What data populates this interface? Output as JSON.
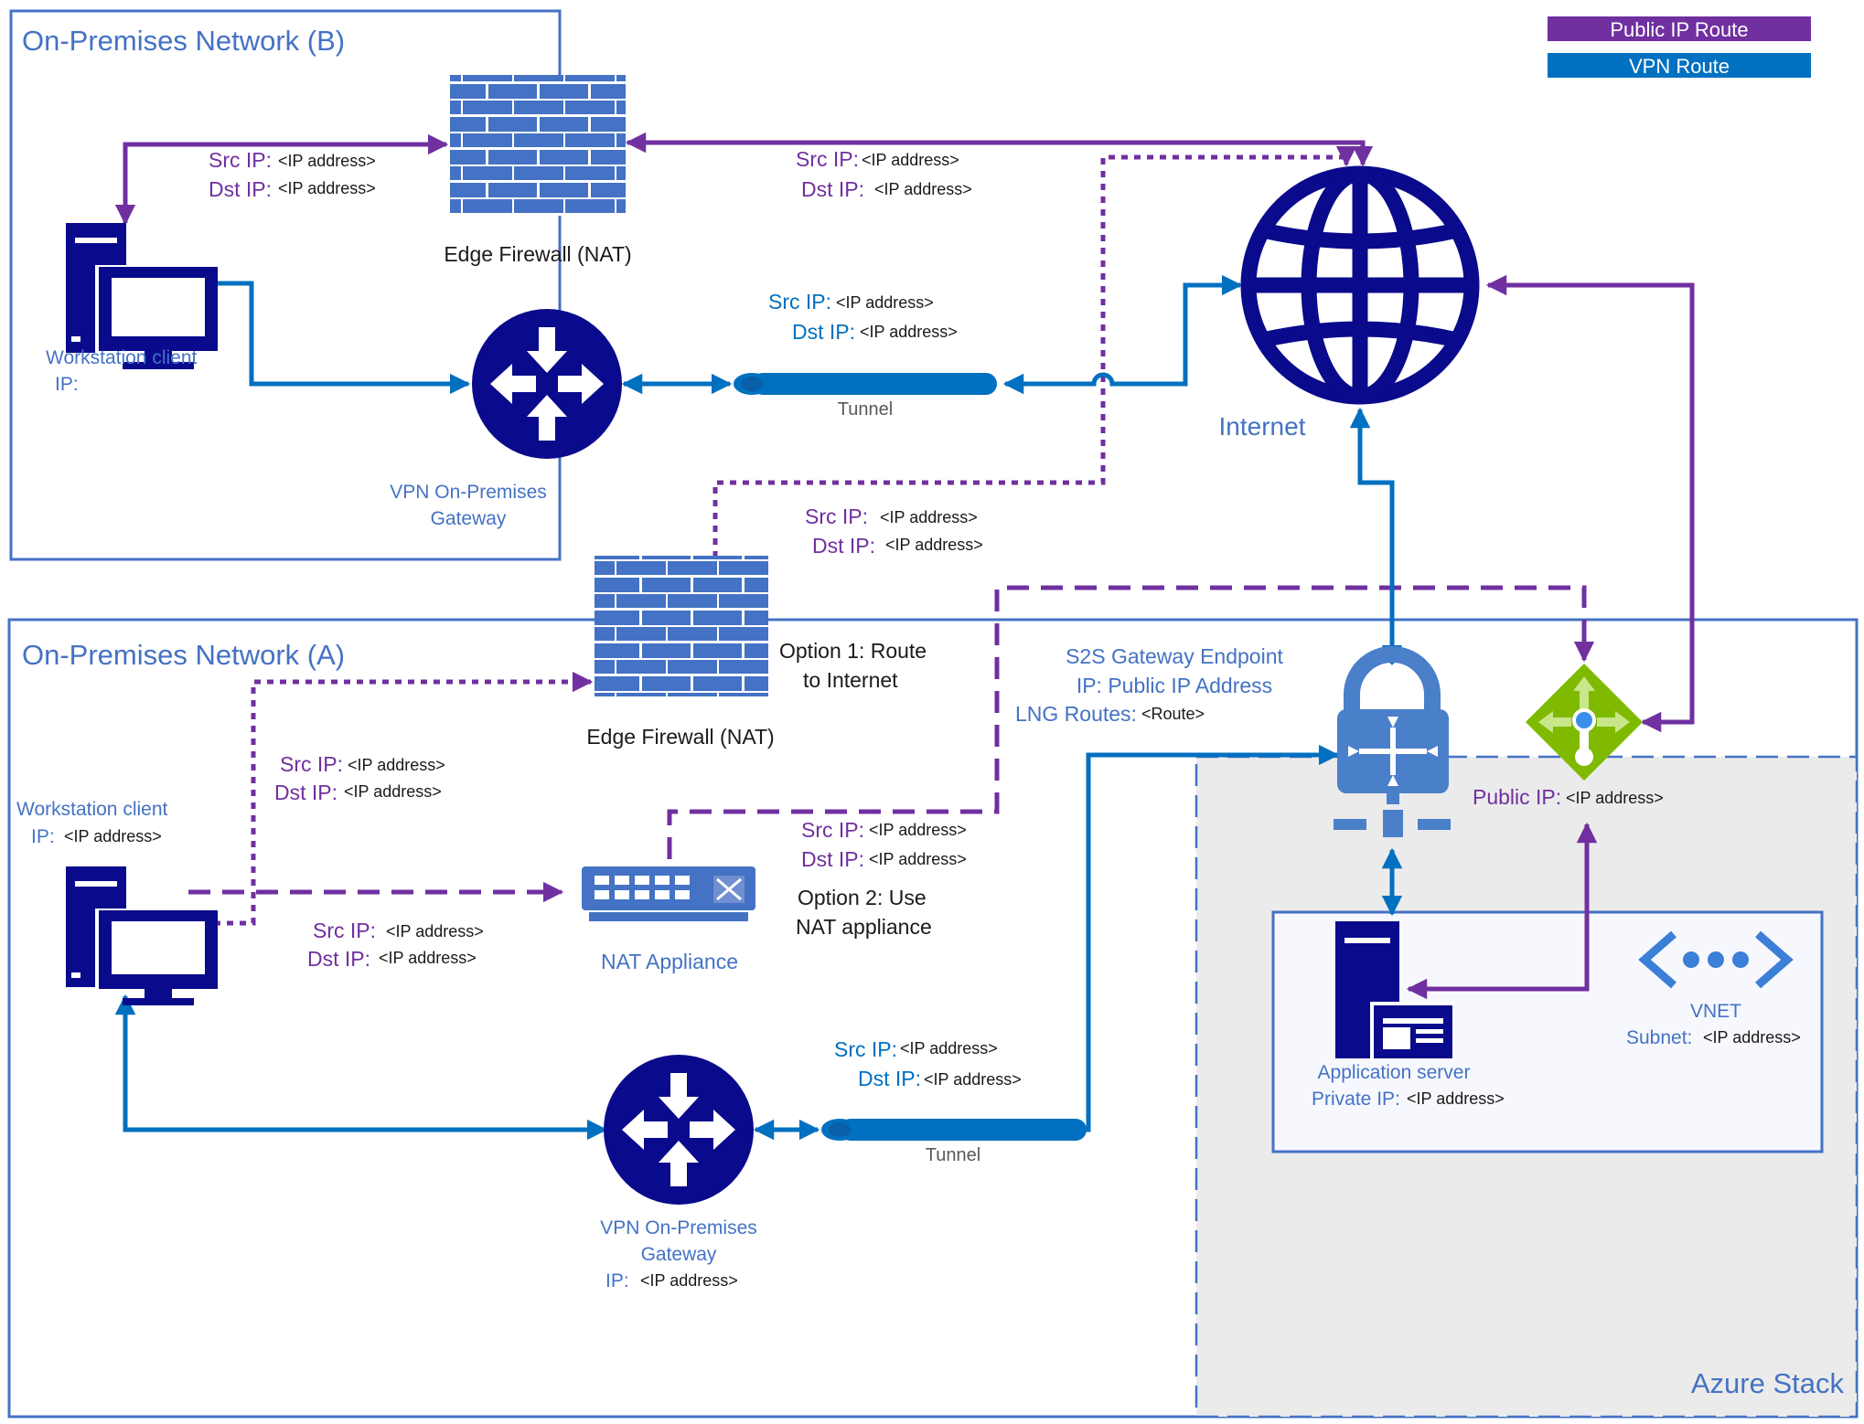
{
  "legend": {
    "public_ip_route": "Public IP Route",
    "vpn_route": "VPN Route"
  },
  "colors": {
    "purple": "#7030a0",
    "blue": "#0070c0",
    "navy": "#0a0a8c",
    "brick": "#4472c4",
    "azure_blue": "#4a7fc9",
    "azure_green": "#7fba00",
    "region_border": "#4472c4",
    "azure_fill": "#ebebeb"
  },
  "network_b": {
    "title": "On-Premises Network (B)",
    "workstation": {
      "name": "Workstation client",
      "ip_label": "IP:"
    },
    "firewall": {
      "name": "Edge Firewall (NAT)"
    },
    "gateway": {
      "name_line1": "VPN On-Premises",
      "name_line2": "Gateway"
    },
    "tunnel": "Tunnel",
    "firewall_left_flow": {
      "src_label": "Src IP:",
      "src_value": "<IP address>",
      "dst_label": "Dst IP:",
      "dst_value": "<IP address>"
    },
    "firewall_right_flow": {
      "src_label": "Src IP:",
      "src_value": "<IP address>",
      "dst_label": "Dst IP:",
      "dst_value": "<IP address>"
    },
    "tunnel_flow": {
      "src_label": "Src IP:",
      "src_value": "<IP address>",
      "dst_label": "Dst IP:",
      "dst_value": "<IP address>"
    }
  },
  "internet": {
    "name": "Internet"
  },
  "network_a": {
    "title": "On-Premises Network (A)",
    "workstation": {
      "name": "Workstation client",
      "ip_label": "IP:",
      "ip_value": "<IP address>"
    },
    "firewall": {
      "name": "Edge Firewall (NAT)"
    },
    "firewall_up_flow": {
      "src_label": "Src IP:",
      "src_value": "<IP address>",
      "dst_label": "Dst IP:",
      "dst_value": "<IP address>"
    },
    "option1": {
      "line1": "Option 1: Route",
      "line2": "to Internet"
    },
    "to_firewall_flow": {
      "src_label": "Src IP:",
      "src_value": "<IP address>",
      "dst_label": "Dst IP:",
      "dst_value": "<IP address>"
    },
    "to_nat_flow": {
      "src_label": "Src IP:",
      "src_value": "<IP address>",
      "dst_label": "Dst IP:",
      "dst_value": "<IP address>"
    },
    "nat_out_flow": {
      "src_label": "Src IP:",
      "src_value": "<IP address>",
      "dst_label": "Dst IP:",
      "dst_value": "<IP address>"
    },
    "nat": {
      "name": "NAT Appliance"
    },
    "option2": {
      "line1": "Option 2: Use",
      "line2": "NAT appliance"
    },
    "gateway": {
      "name_line1": "VPN On-Premises",
      "name_line2": "Gateway",
      "ip_label": "IP:",
      "ip_value": "<IP address>"
    },
    "tunnel": "Tunnel",
    "tunnel_flow": {
      "src_label": "Src IP:",
      "src_value": "<IP address>",
      "dst_label": "Dst IP:",
      "dst_value": "<IP address>"
    }
  },
  "azure": {
    "title": "Azure Stack",
    "s2s": {
      "line1": "S2S Gateway Endpoint",
      "ip_label": "IP: Public IP Address",
      "lng_label": "LNG Routes:",
      "lng_value": "<Route>"
    },
    "public_ip": {
      "label": "Public IP:",
      "value": "<IP address>"
    },
    "app_server": {
      "name": "Application server",
      "ip_label": "Private IP:",
      "ip_value": "<IP address>"
    },
    "vnet": {
      "name": "VNET",
      "subnet_label": "Subnet:",
      "subnet_value": "<IP address>"
    }
  }
}
